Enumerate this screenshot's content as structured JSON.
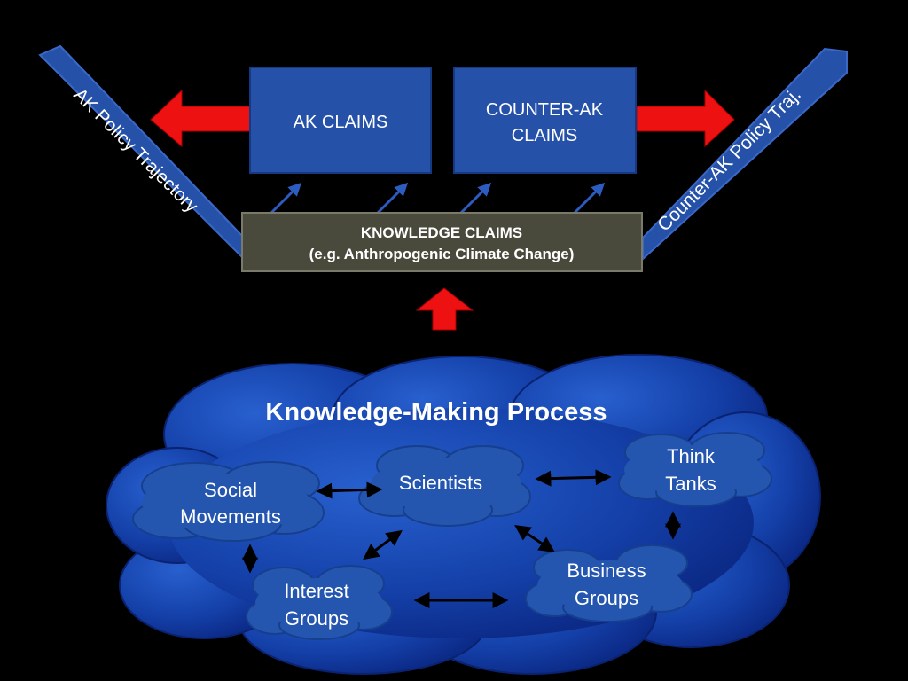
{
  "claims": {
    "ak_label": "AK CLAIMS",
    "counter_line1": "COUNTER-AK",
    "counter_line2": "CLAIMS"
  },
  "knowledge_claims": {
    "line1": "KNOWLEDGE CLAIMS",
    "line2": "(e.g. Anthropogenic Climate Change)"
  },
  "trajectories": {
    "left": "AK Policy Trajectory",
    "right": "Counter-AK Policy Traj."
  },
  "process": {
    "title": "Knowledge-Making Process",
    "nodes": {
      "social_line1": "Social",
      "social_line2": "Movements",
      "scientists": "Scientists",
      "think_line1": "Think",
      "think_line2": "Tanks",
      "interest_line1": "Interest",
      "interest_line2": "Groups",
      "business_line1": "Business",
      "business_line2": "Groups"
    }
  },
  "colors": {
    "box_blue": "#2552a8",
    "box_border": "#1a3a7a",
    "knowledge_box": "#4a4a3c",
    "red_arrow": "#ee1111",
    "cloud_dark": "#0a2a8a",
    "cloud_light": "#1d55c4",
    "small_cloud": "#2456b0"
  }
}
